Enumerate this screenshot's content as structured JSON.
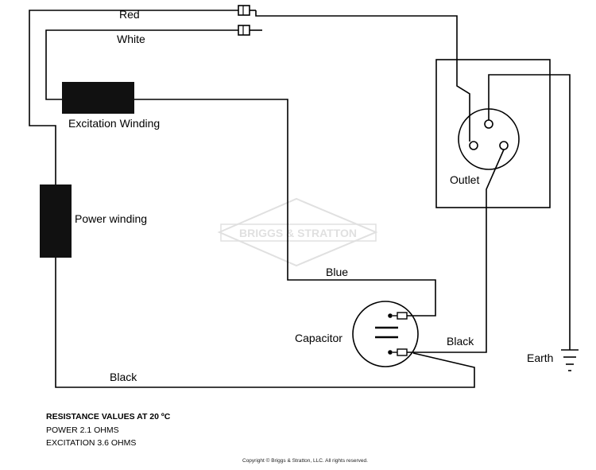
{
  "labels": {
    "red": "Red",
    "white": "White",
    "excitation_winding": "Excitation Winding",
    "power_winding": "Power winding",
    "outlet": "Outlet",
    "blue": "Blue",
    "capacitor": "Capacitor",
    "black_capacitor": "Black",
    "black_bottom": "Black",
    "earth": "Earth"
  },
  "watermark": "BRIGGS & STRATTON",
  "notes": {
    "heading": "RESISTANCE VALUES AT 20 ºC",
    "power": "POWER 2.1 OHMS",
    "excitation": "EXCITATION 3.6 OHMS"
  },
  "copyright": "Copyright © Briggs & Stratton, LLC. All rights reserved.",
  "colors": {
    "ink": "#000000",
    "watermark": "#cccccc"
  }
}
